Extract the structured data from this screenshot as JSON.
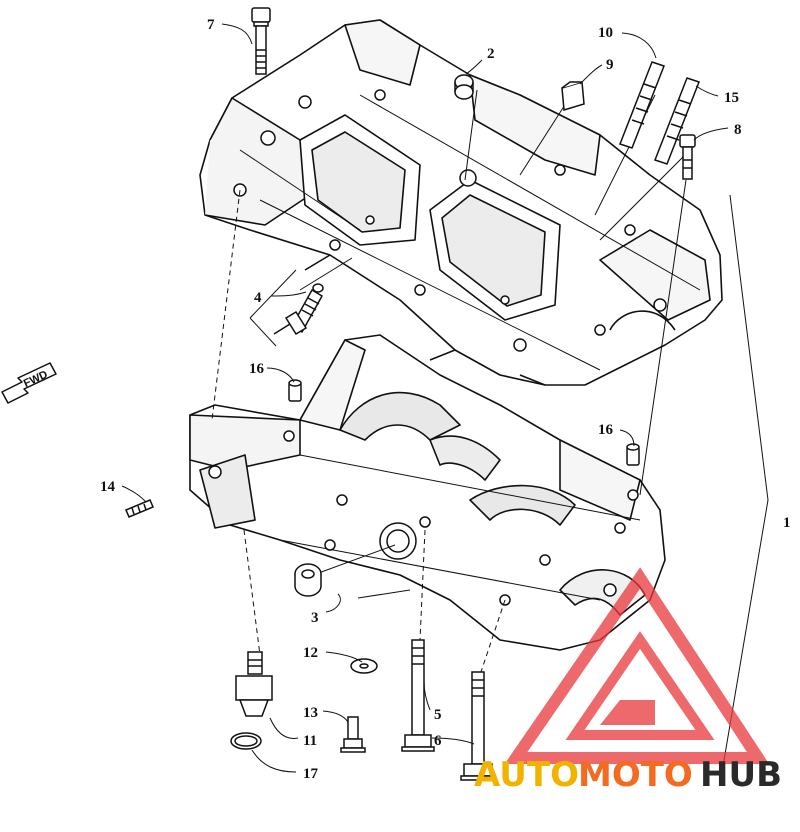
{
  "diagram": {
    "fwd_label": "FWD",
    "callouts": [
      "1",
      "2",
      "3",
      "4",
      "5",
      "6",
      "7",
      "8",
      "9",
      "10",
      "11",
      "12",
      "13",
      "14",
      "15",
      "16",
      "16",
      "17"
    ],
    "watermark": {
      "part1": "AUTO",
      "part2": "MOTO",
      "part3": "HUB",
      "color_auto": "#f0b400",
      "color_moto": "#f26b21",
      "color_hub": "#2a2a2a",
      "logo_color": "#e8373a"
    }
  }
}
